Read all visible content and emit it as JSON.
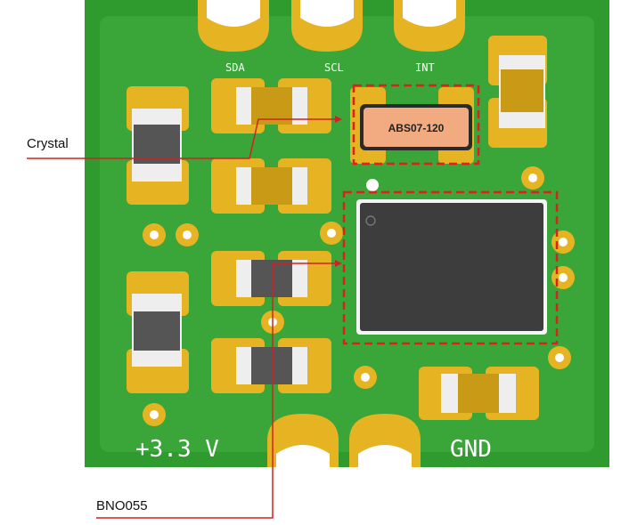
{
  "callouts": {
    "crystal": "Crystal",
    "bno": "BNO055"
  },
  "board": {
    "pin_sda": "SDA",
    "pin_scl": "SCL",
    "pin_int": "INT",
    "power_label": "+3.3 V",
    "ground_label": "GND",
    "crystal_part": "ABS07-120"
  },
  "colors": {
    "pcb": "#2f9b2f",
    "pcb_light": "#3fae3a",
    "copper": "#e6b422",
    "copper_dark": "#c99a16",
    "callout_line": "#d42020",
    "highlight_box": "#e01e1e"
  }
}
